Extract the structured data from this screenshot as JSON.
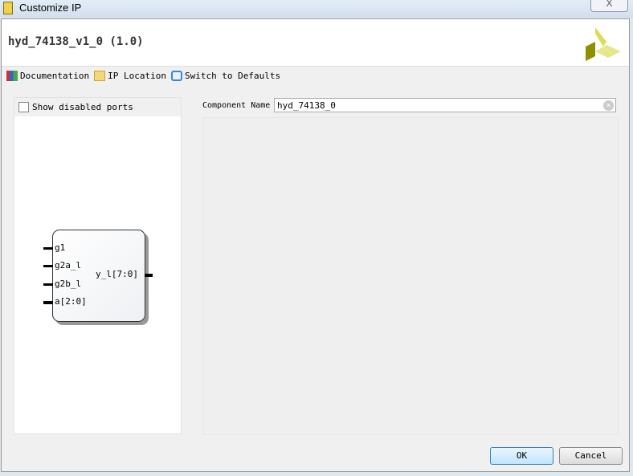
{
  "window": {
    "title": "Customize IP",
    "close": "X"
  },
  "header": {
    "ip_title": "hyd_74138_v1_0 (1.0)"
  },
  "toolbar": {
    "documentation": "Documentation",
    "ip_location": "IP Location",
    "switch_defaults": "Switch to Defaults"
  },
  "left": {
    "show_disabled_ports": "Show disabled ports",
    "ports_in": [
      "g1",
      "g2a_l",
      "g2b_l",
      "a[2:0]"
    ],
    "port_out": "y_l[7:0]"
  },
  "form": {
    "component_name_label": "Component Name",
    "component_name_value": "hyd_74138_0"
  },
  "buttons": {
    "ok": "OK",
    "cancel": "Cancel"
  }
}
